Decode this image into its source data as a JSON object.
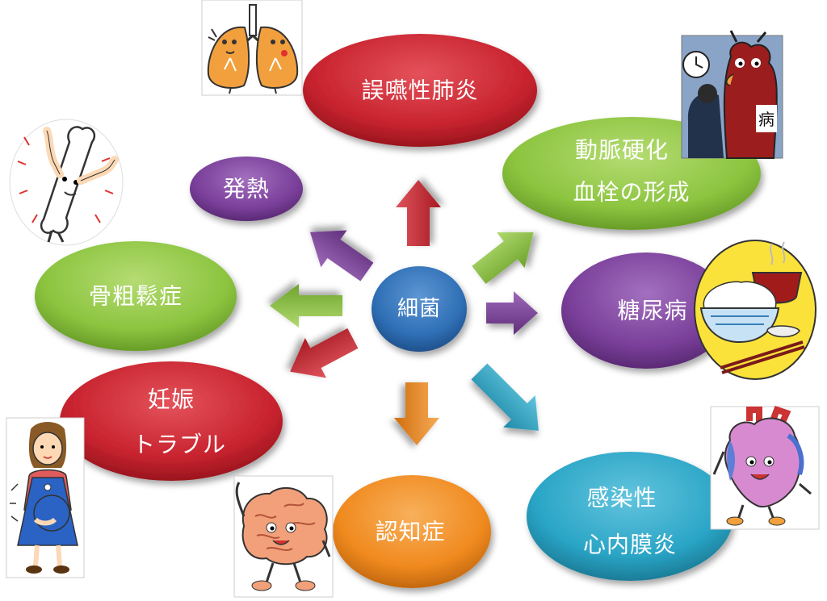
{
  "center": {
    "label": "細菌"
  },
  "nodes": {
    "aspiration_pneumonia": {
      "line1": "誤嚥性肺炎"
    },
    "atherosclerosis": {
      "line1": "動脈硬化",
      "line2": "血栓の形成"
    },
    "diabetes": {
      "line1": "糖尿病"
    },
    "endocarditis": {
      "line1": "感染性",
      "line2": "心内膜炎"
    },
    "dementia": {
      "line1": "認知症"
    },
    "pregnancy": {
      "line1": "妊娠",
      "line2": "トラブル"
    },
    "osteoporosis": {
      "line1": "骨粗鬆症"
    },
    "fever": {
      "line1": "発熱"
    }
  },
  "colors": {
    "red": "#c8232f",
    "green": "#8cc43f",
    "purple": "#7a3f9a",
    "blue": "#2f6fb5",
    "orange": "#f08a1f",
    "cyan": "#2aa5c6"
  },
  "illustrations": [
    "lungs-character",
    "germ-devil-character",
    "rice-bowl-meal",
    "heart-character",
    "brain-character",
    "pregnant-woman",
    "bone-character"
  ]
}
